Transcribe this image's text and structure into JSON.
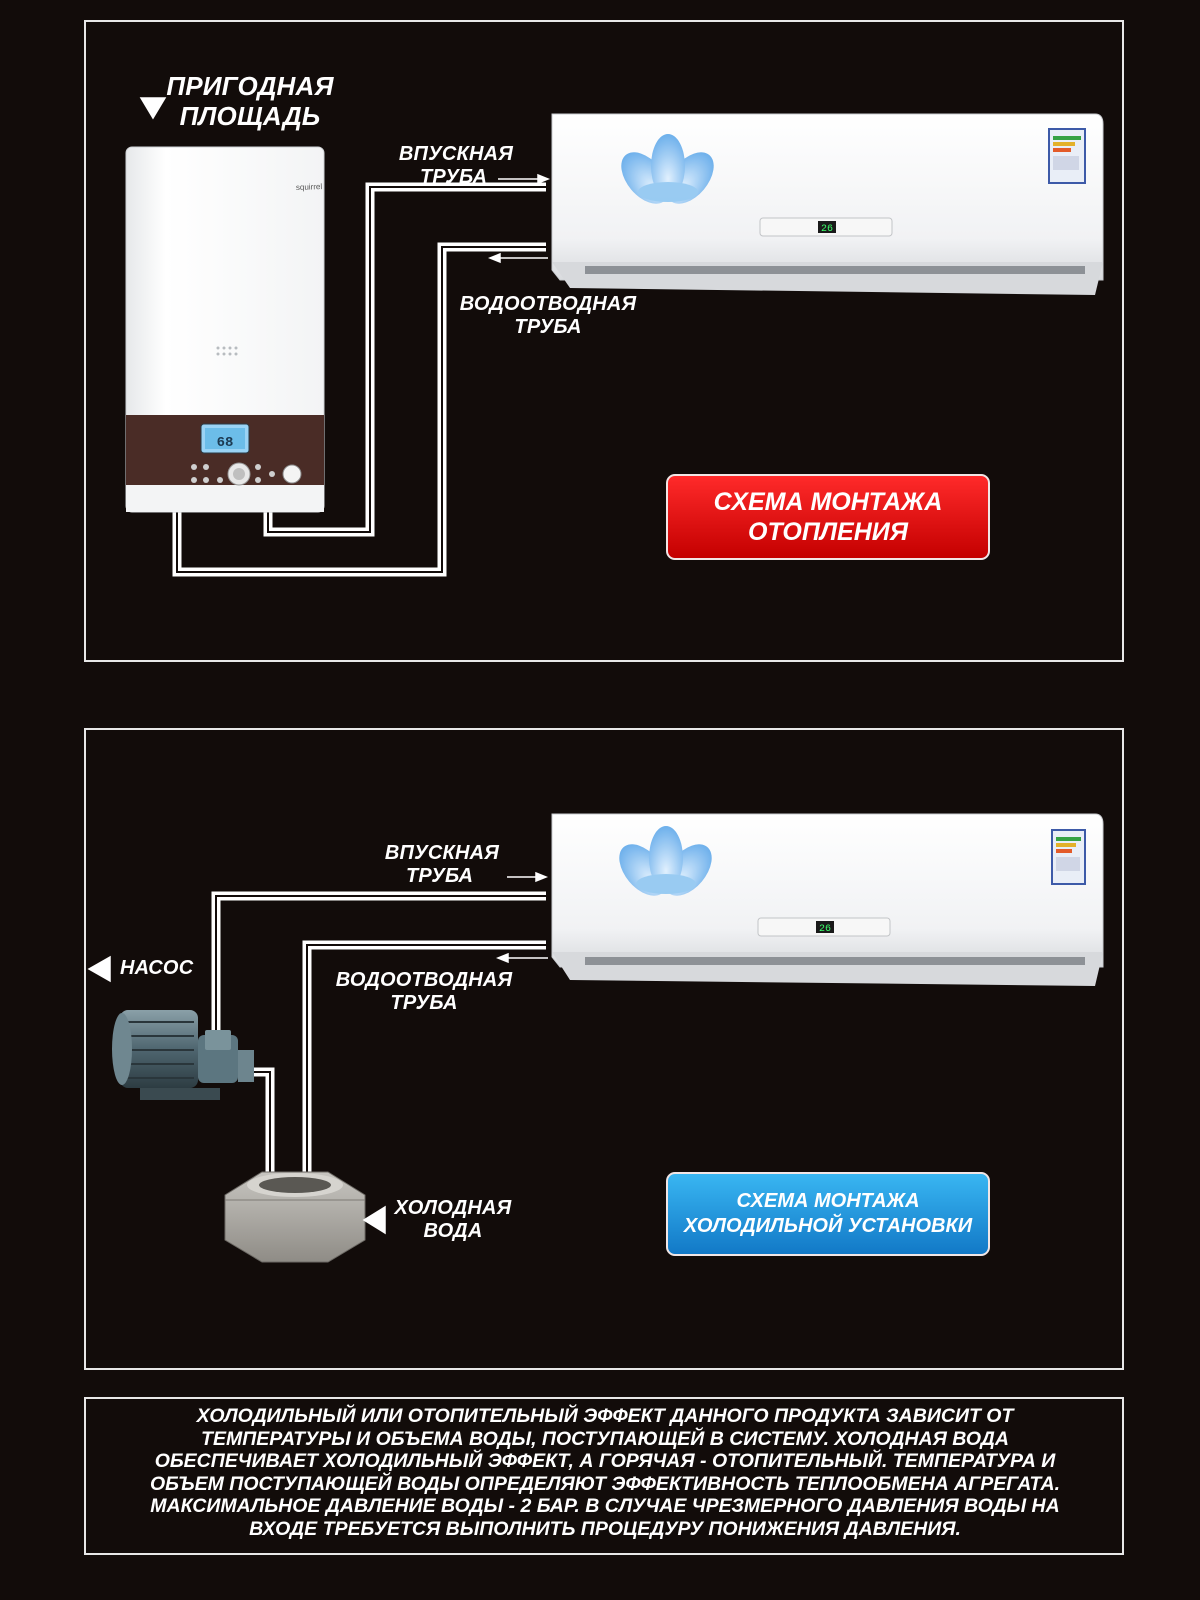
{
  "heating": {
    "suitable_area": [
      "ПРИГОДНАЯ",
      "ПЛОЩАДЬ"
    ],
    "inlet_pipe": [
      "ВПУСКНАЯ",
      "ТРУБА"
    ],
    "drain_pipe": [
      "ВОДООТВОДНАЯ",
      "ТРУБА"
    ],
    "title": [
      "СХЕМА МОНТАЖА",
      "ОТОПЛЕНИЯ"
    ],
    "boiler_brand": "squirrel",
    "boiler_display": "68",
    "colors": {
      "badge": "#e30000"
    }
  },
  "cooling": {
    "inlet_pipe": [
      "ВПУСКНАЯ",
      "ТРУБА"
    ],
    "drain_pipe": [
      "ВОДООТВОДНАЯ",
      "ТРУБА"
    ],
    "pump": "НАСОС",
    "cold_water": [
      "ХОЛОДНАЯ",
      "ВОДА"
    ],
    "title": [
      "СХЕМА МОНТАЖА",
      "ХОЛОДИЛЬНОЙ УСТАНОВКИ"
    ],
    "colors": {
      "badge": "#1c8fdc"
    }
  },
  "ac_display": "26",
  "note_lines": [
    "ХОЛОДИЛЬНЫЙ ИЛИ ОТОПИТЕЛЬНЫЙ ЭФФЕКТ ДАННОГО ПРОДУКТА ЗАВИСИТ ОТ",
    "ТЕМПЕРАТУРЫ И ОБЪЕМА ВОДЫ, ПОСТУПАЮЩЕЙ В СИСТЕМУ. ХОЛОДНАЯ ВОДА",
    "ОБЕСПЕЧИВАЕТ ХОЛОДИЛЬНЫЙ ЭФФЕКТ, А ГОРЯЧАЯ - ОТОПИТЕЛЬНЫЙ. ТЕМПЕРАТУРА И",
    "ОБЪЕМ ПОСТУПАЮЩЕЙ ВОДЫ ОПРЕДЕЛЯЮТ ЭФФЕКТИВНОСТЬ ТЕПЛООБМЕНА АГРЕГАТА.",
    "МАКСИМАЛЬНОЕ ДАВЛЕНИЕ ВОДЫ - 2 БАР. В СЛУЧАЕ ЧРЕЗМЕРНОГО ДАВЛЕНИЯ ВОДЫ НА",
    "ВХОДЕ ТРЕБУЕТСЯ ВЫПОЛНИТЬ ПРОЦЕДУРУ ПОНИЖЕНИЯ ДАВЛЕНИЯ."
  ]
}
